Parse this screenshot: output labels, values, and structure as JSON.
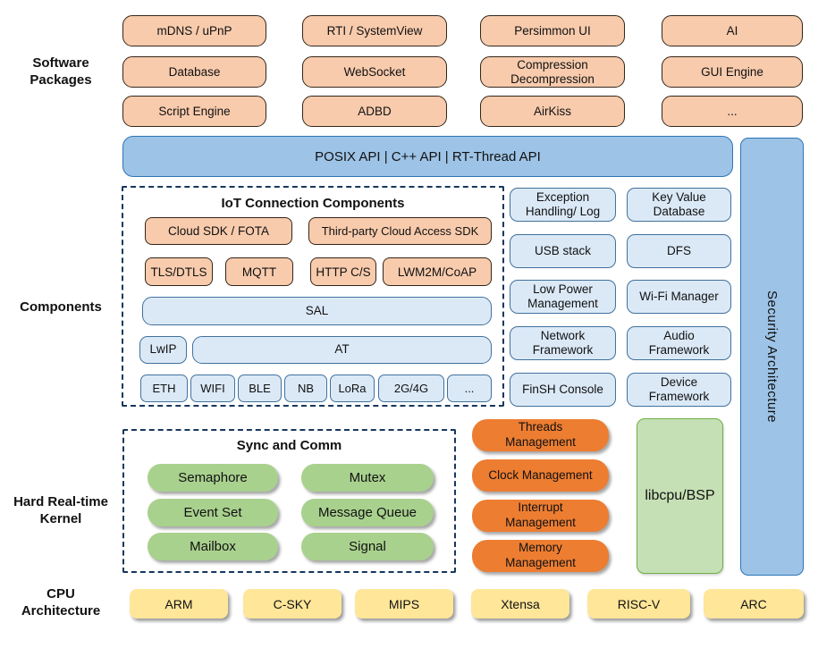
{
  "colors": {
    "package_fill": "#f8cbad",
    "package_border": "#33261a",
    "component_fill": "#dbe9f7",
    "component_border": "#41719c",
    "api_bar_fill": "#9dc3e6",
    "api_bar_border": "#2e75b6",
    "kernel_green": "#a9d18e",
    "management_orange": "#ed7d31",
    "libcpu_green": "#c5e0b4",
    "cpu_yellow": "#ffe699",
    "dashed_border": "#17375e"
  },
  "left_labels": {
    "software": "Software\nPackages",
    "components": "Components",
    "kernel": "Hard Real-time\nKernel",
    "cpu": "CPU\nArchitecture"
  },
  "packages": [
    "mDNS / uPnP",
    "RTI / SystemView",
    "Persimmon UI",
    "AI",
    "Database",
    "WebSocket",
    "Compression\nDecompression",
    "GUI Engine",
    "Script Engine",
    "ADBD",
    "AirKiss",
    "..."
  ],
  "api_bar": "POSIX API | C++ API | RT-Thread API",
  "security_bar": "Security Architecture",
  "iot": {
    "title": "IoT Connection Components",
    "cloud_sdk": "Cloud SDK / FOTA",
    "third_party": "Third-party Cloud Access SDK",
    "protocols": [
      "TLS/DTLS",
      "MQTT",
      "HTTP C/S",
      "LWM2M/CoAP"
    ],
    "sal": "SAL",
    "lwip": "LwIP",
    "at": "AT",
    "links": [
      "ETH",
      "WIFI",
      "BLE",
      "NB",
      "LoRa",
      "2G/4G",
      "..."
    ]
  },
  "services": [
    "Exception\nHandling/ Log",
    "Key Value\nDatabase",
    "USB stack",
    "DFS",
    "Low Power\nManagement",
    "Wi-Fi Manager",
    "Network\nFramework",
    "Audio\nFramework",
    "FinSH Console",
    "Device\nFramework"
  ],
  "kernel": {
    "sync_title": "Sync and Comm",
    "sync_items": [
      "Semaphore",
      "Mutex",
      "Event Set",
      "Message Queue",
      "Mailbox",
      "Signal"
    ],
    "management": [
      "Threads\nManagement",
      "Clock Management",
      "Interrupt\nManagement",
      "Memory\nManagement"
    ],
    "libcpu": "libcpu/BSP"
  },
  "cpu_archs": [
    "ARM",
    "C-SKY",
    "MIPS",
    "Xtensa",
    "RISC-V",
    "ARC"
  ]
}
